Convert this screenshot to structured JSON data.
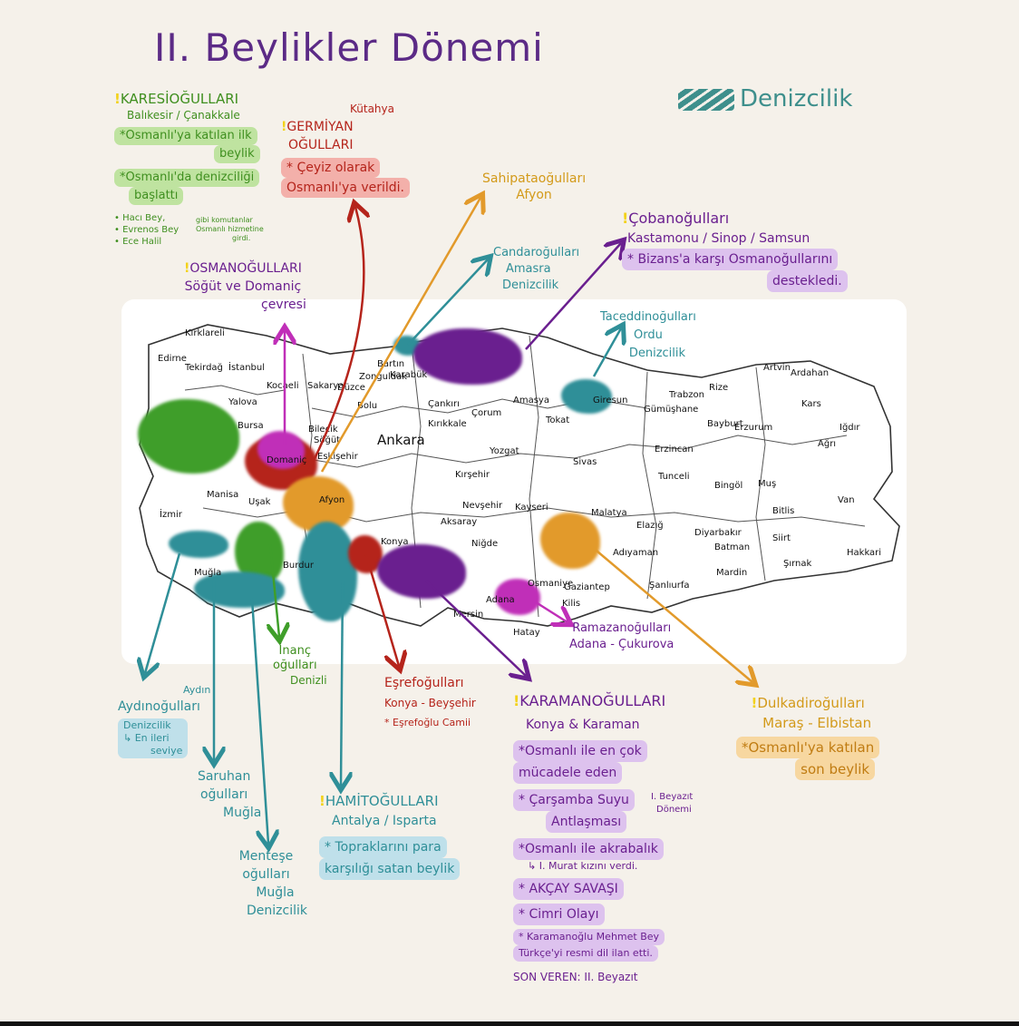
{
  "title": "II. Beylikler Dönemi",
  "legend": {
    "label": "Denizcilik",
    "color": "#3e8f8c"
  },
  "colors": {
    "green": "#3f9e2a",
    "red": "#b5241b",
    "purple": "#6a1f8f",
    "orange": "#e29a2b",
    "teal": "#2f8f98",
    "magenta": "#c02fb8"
  },
  "notes": {
    "karesi": {
      "title": "KARESİOĞULLARI",
      "region": "Balıkesir / Çanakkale",
      "n1": "*Osmanlı'ya katılan ilk",
      "n1b": "beylik",
      "n2": "*Osmanlı'da denizciliği",
      "n2b": "başlattı",
      "p1": "• Hacı Bey,",
      "p2": "• Evrenos Bey",
      "p3": "• Ece Halil",
      "side1": "gibi komutanlar",
      "side2": "Osmanlı hizmetine",
      "side3": "girdi."
    },
    "germiyan": {
      "city": "Kütahya",
      "title1": "GERMİYAN",
      "title2": "OĞULLARI",
      "n1": "* Çeyiz olarak",
      "n2": "Osmanlı'ya verildi."
    },
    "sahip": {
      "title": "Sahipataoğulları",
      "region": "Afyon"
    },
    "osman": {
      "title": "OSMANOĞULLARI",
      "r1": "Söğüt ve Domaniç",
      "r2": "çevresi"
    },
    "candar": {
      "title": "Candaroğulları",
      "r1": "Amasra",
      "r2": "Denizcilik"
    },
    "coban": {
      "title": "Çobanoğulları",
      "region": "Kastamonu / Sinop / Samsun",
      "n1": "* Bizans'a karşı Osmanoğullarını",
      "n2": "destekledi."
    },
    "taceddin": {
      "title": "Taceddinoğulları",
      "r1": "Ordu",
      "r2": "Denizcilik"
    },
    "aydin": {
      "city": "Aydın",
      "title": "Aydınoğulları",
      "n1": "Denizcilik",
      "n2": "↳ En ileri",
      "n3": "seviye"
    },
    "inanc": {
      "t1": "İnanç",
      "t2": "oğulları",
      "t3": "Denizli"
    },
    "esref": {
      "title": "Eşrefoğulları",
      "region": "Konya - Beyşehir",
      "n1": "* Eşrefoğlu Camii"
    },
    "karaman": {
      "title": "KARAMANOĞULLARI",
      "region": "Konya & Karaman",
      "a1": "*Osmanlı ile en çok",
      "a2": "mücadele eden",
      "b1": "* Çarşamba Suyu",
      "b2": "Antlaşması",
      "bside1": "I. Beyazıt",
      "bside2": "Dönemi",
      "c1": "*Osmanlı ile akrabalık",
      "c2": "↳ I. Murat kızını verdi.",
      "d": "* AKÇAY SAVAŞI",
      "e": "* Cimri Olayı",
      "f1": "* Karamanoğlu Mehmet Bey",
      "f2": "Türkçe'yi resmi dil ilan etti.",
      "g": "SON VEREN: II. Beyazıt"
    },
    "ramazan": {
      "title": "Ramazanoğulları",
      "region": "Adana - Çukurova"
    },
    "dulkadir": {
      "title": "Dulkadiroğulları",
      "region": "Maraş - Elbistan",
      "n1": "*Osmanlı'ya katılan",
      "n2": "son beylik"
    },
    "saruhan": {
      "t1": "Saruhan",
      "t2": "oğulları",
      "t3": "Muğla"
    },
    "mentese": {
      "t1": "Menteşe",
      "t2": "oğulları",
      "t3": "Muğla",
      "t4": "Denizcilik"
    },
    "hamit": {
      "title": "HAMİTOĞULLARI",
      "region": "Antalya / Isparta",
      "n1": "* Topraklarını para",
      "n2": "karşılığı satan beylik"
    }
  },
  "provinces": [
    "Kırklareli",
    "Edirne",
    "Tekirdağ",
    "İstanbul",
    "Yalova",
    "Kocaeli",
    "Sakarya",
    "Zonguldak",
    "Bartın",
    "Karabük",
    "Düzce",
    "Bolu",
    "Bursa",
    "Bilecik",
    "Söğüt",
    "Domaniç",
    "Eskişehir",
    "Ankara",
    "Çankırı",
    "Çorum",
    "Amasya",
    "Tokat",
    "Giresun",
    "Trabzon",
    "Gümüşhane",
    "Rize",
    "Artvin",
    "Ardahan",
    "Kars",
    "Iğdır",
    "Ağrı",
    "Bayburt",
    "Erzurum",
    "Kırıkkale",
    "Yozgat",
    "Sivas",
    "Erzincan",
    "Kırşehir",
    "Tunceli",
    "Bingöl",
    "Muş",
    "Van",
    "Manisa",
    "Uşak",
    "Afyon",
    "İzmir",
    "Nevşehir",
    "Kayseri",
    "Malatya",
    "Elazığ",
    "Bitlis",
    "Aksaray",
    "Diyarbakır",
    "Siirt",
    "Batman",
    "Konya",
    "Niğde",
    "Adıyaman",
    "Şırnak",
    "Hakkari",
    "Muğla",
    "Burdur",
    "Mardin",
    "Şanlıurfa",
    "Gaziantep",
    "Adana",
    "Osmaniye",
    "Kilis",
    "Mersin",
    "Hatay"
  ]
}
